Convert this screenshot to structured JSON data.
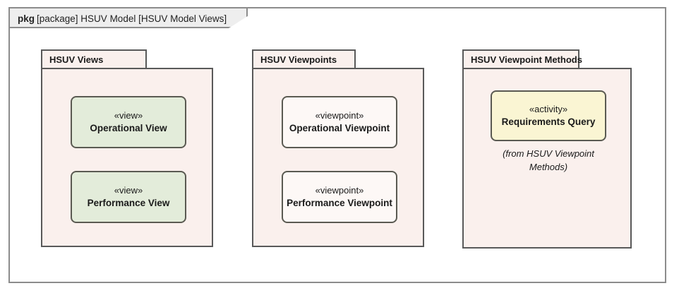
{
  "frame": {
    "kind": "pkg",
    "title": "[package] HSUV Model [HSUV Model Views]"
  },
  "packages": [
    {
      "name": "HSUV Views",
      "elements": [
        {
          "stereotype": "«view»",
          "name": "Operational View",
          "kind": "view"
        },
        {
          "stereotype": "«view»",
          "name": "Performance View",
          "kind": "view"
        }
      ]
    },
    {
      "name": "HSUV Viewpoints",
      "elements": [
        {
          "stereotype": "«viewpoint»",
          "name": "Operational Viewpoint",
          "kind": "viewpoint"
        },
        {
          "stereotype": "«viewpoint»",
          "name": "Performance Viewpoint",
          "kind": "viewpoint"
        }
      ]
    },
    {
      "name": "HSUV Viewpoint Methods",
      "elements": [
        {
          "stereotype": "«activity»",
          "name": "Requirements Query",
          "kind": "activity"
        }
      ],
      "caption_line1": "(from HSUV Viewpoint",
      "caption_line2": "Methods)"
    }
  ],
  "colors": {
    "frame_border": "#8c8c8c",
    "frame_tab_fill": "#eeeeee",
    "package_fill": "#faf0ed",
    "package_border": "#595959",
    "view_fill": "#e3ecda",
    "viewpoint_fill": "#fdf8f6",
    "activity_fill": "#faf5d3",
    "element_border": "#5a5a52"
  }
}
